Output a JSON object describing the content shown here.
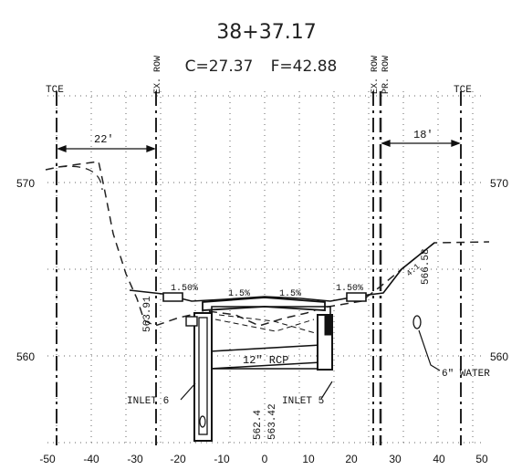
{
  "title": {
    "station": "38+37.17",
    "cut": "C=27.37",
    "fill": "F=42.88"
  },
  "labels": {
    "tce_left": "TCE",
    "tce_right": "TCE",
    "ex_row_left": "EX. ROW",
    "ex_row_right": "EX. ROW",
    "pr_row_right": "PR. ROW",
    "dim_left": "22'",
    "dim_right": "18'",
    "slope_left_shoulder": "1.50%",
    "slope_left_lane": "1.5%",
    "slope_right_lane": "1.5%",
    "slope_right_shoulder": "1.50%",
    "side_slope": "4:1",
    "elev_left": "563.91",
    "elev_right": "566.58",
    "elev_center_1": "562.4",
    "elev_center_2": "563.42",
    "pipe": "12\" RCP",
    "inlet_6": "INLET 6",
    "inlet_5": "INLET 5",
    "water": "6\" WATER"
  },
  "axes": {
    "x_ticks": [
      "-50",
      "-40",
      "-30",
      "-20",
      "-10",
      "0",
      "10",
      "20",
      "30",
      "40",
      "50"
    ],
    "y_left": [
      "570",
      "560"
    ],
    "y_right": [
      "570",
      "560"
    ]
  }
}
